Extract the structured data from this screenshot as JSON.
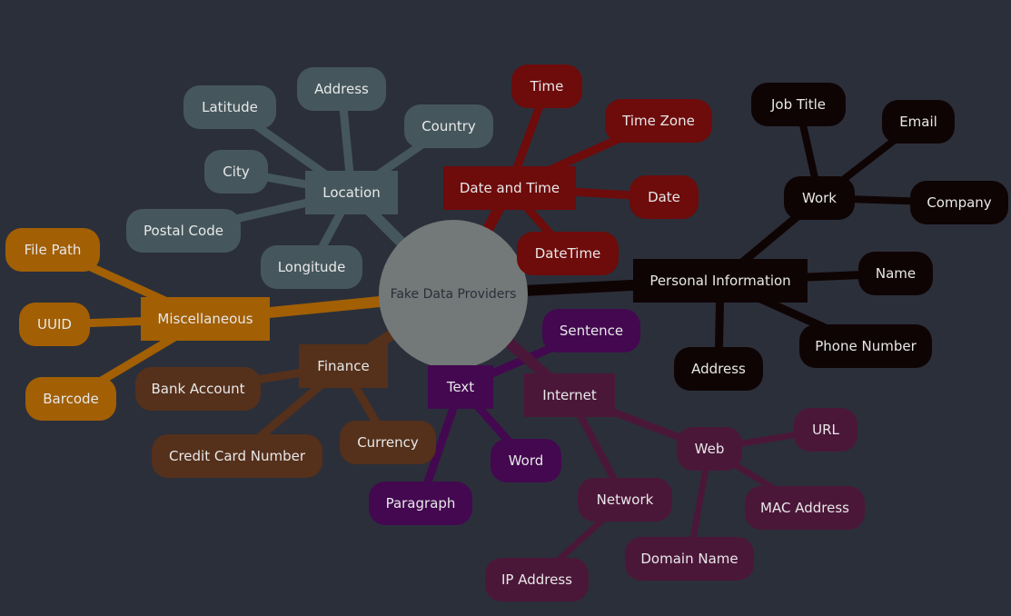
{
  "root": {
    "label": "Fake Data Providers"
  },
  "colors": {
    "background": "#2b2f3a",
    "root": "#737878",
    "location": "#45575d",
    "date_and_time": "#6e0b0b",
    "personal_information": "#0f0404",
    "internet": "#4b1739",
    "text": "#430850",
    "finance": "#55301b",
    "miscellaneous": "#a25f04"
  },
  "branches": {
    "location": {
      "label": "Location",
      "children": [
        "Address",
        "Latitude",
        "Country",
        "City",
        "Postal Code",
        "Longitude"
      ]
    },
    "date_and_time": {
      "label": "Date and Time",
      "children": [
        "Time",
        "Time Zone",
        "Date",
        "DateTime"
      ]
    },
    "personal_information": {
      "label": "Personal Information",
      "work": {
        "label": "Work",
        "children": [
          "Job Title",
          "Email",
          "Company"
        ]
      },
      "children": [
        "Name",
        "Phone Number",
        "Address"
      ]
    },
    "miscellaneous": {
      "label": "Miscellaneous",
      "children": [
        "File Path",
        "UUID",
        "Barcode"
      ]
    },
    "finance": {
      "label": "Finance",
      "children": [
        "Bank Account",
        "Credit Card Number",
        "Currency"
      ]
    },
    "text": {
      "label": "Text",
      "children": [
        "Sentence",
        "Word",
        "Paragraph"
      ]
    },
    "internet": {
      "label": "Internet",
      "web": {
        "label": "Web",
        "children": [
          "URL",
          "MAC Address",
          "Domain Name"
        ]
      },
      "network": {
        "label": "Network",
        "children": [
          "IP Address"
        ]
      }
    }
  }
}
